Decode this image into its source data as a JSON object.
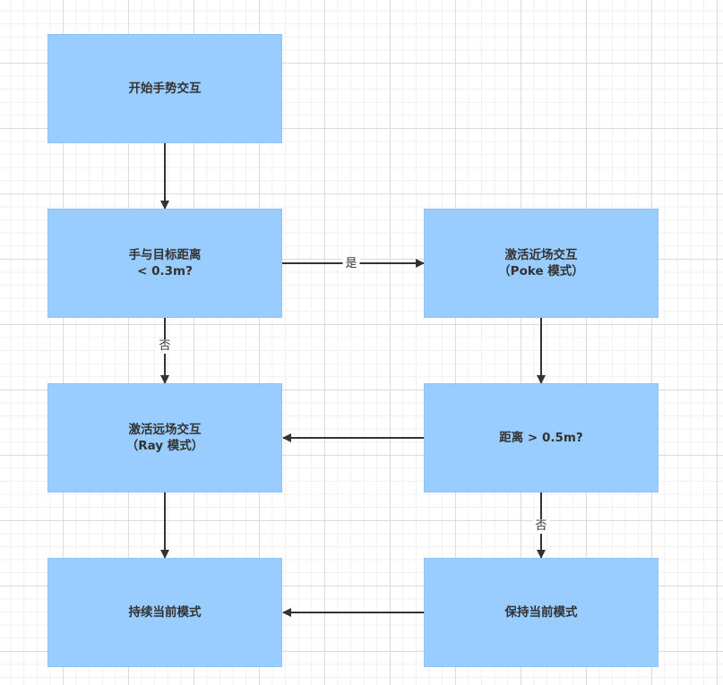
{
  "nodes": {
    "start": {
      "label": "开始手势交互"
    },
    "check_near": {
      "label": "手与目标距离\n< 0.3m?"
    },
    "poke": {
      "label": "激活近场交互\n（Poke 模式）"
    },
    "ray": {
      "label": "激活远场交互\n（Ray 模式）"
    },
    "check_far": {
      "label": "距离 > 0.5m?"
    },
    "keep_current": {
      "label": "持续当前模式"
    },
    "hold_current": {
      "label": "保持当前模式"
    }
  },
  "edges": {
    "check_near_to_poke": {
      "label": "是"
    },
    "check_near_to_ray": {
      "label": "否"
    },
    "check_far_to_hold": {
      "label": "否"
    }
  },
  "colors": {
    "node_fill": "#99ccff",
    "arrow": "#333333",
    "text": "#333333"
  }
}
